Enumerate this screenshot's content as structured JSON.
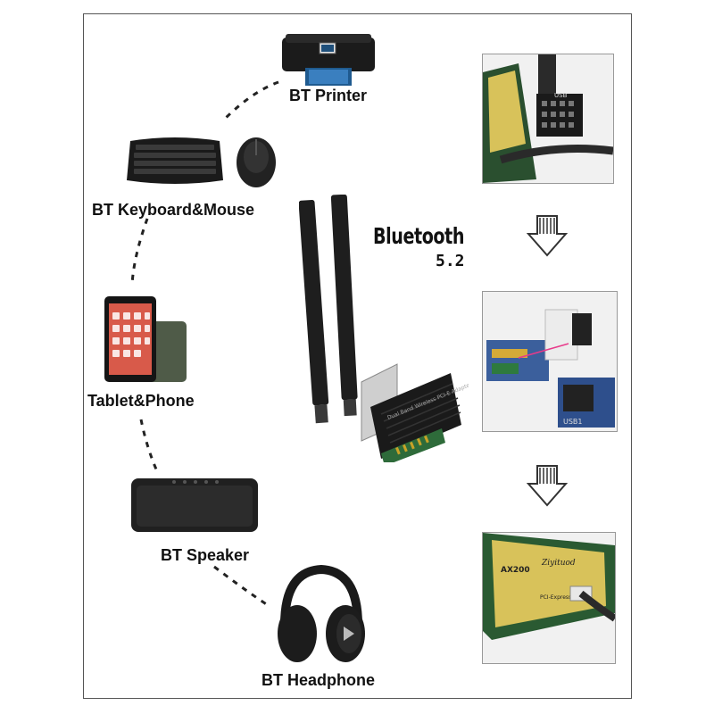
{
  "labels": {
    "printer": "BT Printer",
    "keyboard_mouse": "BT Keyboard&Mouse",
    "tablet_phone": "Tablet&Phone",
    "speaker": "BT Speaker",
    "headphone": "BT Headphone"
  },
  "bluetooth": {
    "name": "Bluetooth",
    "version": "5.2"
  },
  "card": {
    "silkscreen": "Dual Band Wireless PCI-E Adapter"
  },
  "install_steps": {
    "step1_pin_label": "USB",
    "step2_board_label": "USB1",
    "step3_card_brand": "Ziyituod",
    "step3_card_model": "AX200",
    "step3_card_text": "PCI-Express"
  },
  "colors": {
    "frame": "#555555",
    "dots": "#222222",
    "arrow": "#333333",
    "card_body": "#1a1a1a",
    "pcb_green": "#2e6b3a",
    "gold": "#c9a227"
  }
}
